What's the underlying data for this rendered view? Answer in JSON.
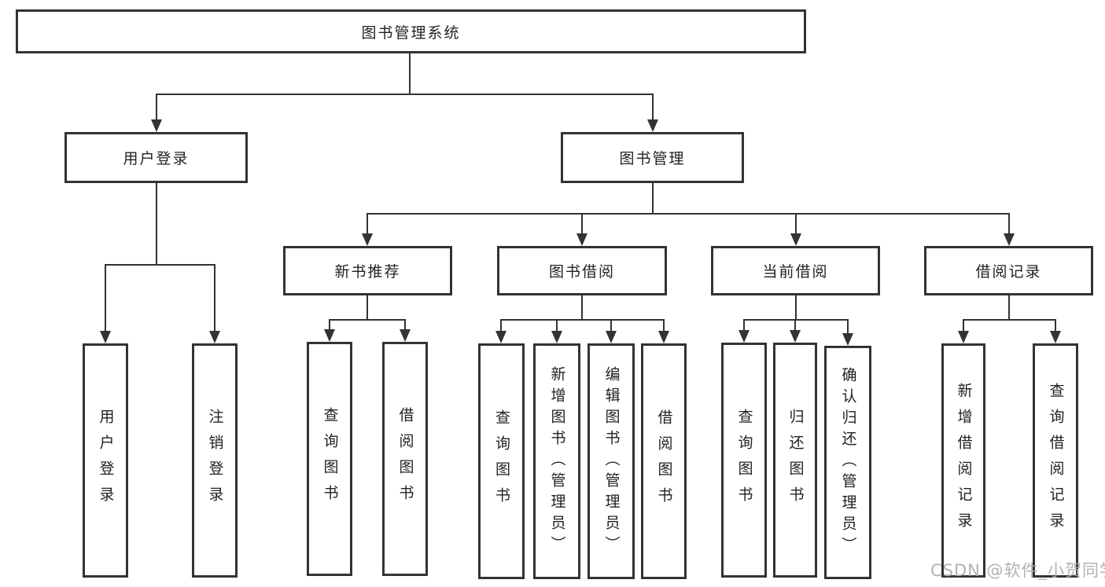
{
  "colors": {
    "line": "#333333",
    "box_border": "#333333",
    "box_fill": "#ffffff",
    "text": "#222222",
    "watermark_text": "#ababab"
  },
  "watermark": "CSDN @软件_小贺同学",
  "tree": {
    "root": {
      "label": "图书管理系统"
    },
    "branches": [
      {
        "label": "用户登录",
        "children": [
          {
            "label": "用户登录"
          },
          {
            "label": "注销登录"
          }
        ]
      },
      {
        "label": "图书管理",
        "children": [
          {
            "label": "新书推荐",
            "children": [
              {
                "label": "查询图书"
              },
              {
                "label": "借阅图书"
              }
            ]
          },
          {
            "label": "图书借阅",
            "children": [
              {
                "label": "查询图书"
              },
              {
                "label": "新增图书（管理员）"
              },
              {
                "label": "编辑图书（管理员）"
              },
              {
                "label": "借阅图书"
              }
            ]
          },
          {
            "label": "当前借阅",
            "children": [
              {
                "label": "查询图书"
              },
              {
                "label": "归还图书"
              },
              {
                "label": "确认归还（管理员）"
              }
            ]
          },
          {
            "label": "借阅记录",
            "children": [
              {
                "label": "新增借阅记录"
              },
              {
                "label": "查询借阅记录"
              }
            ]
          }
        ]
      }
    ]
  }
}
